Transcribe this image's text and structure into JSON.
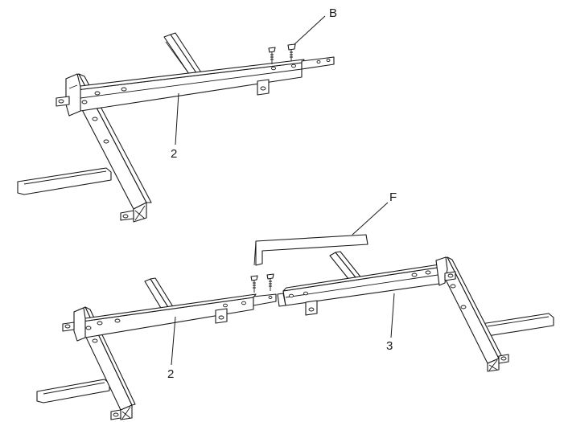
{
  "labels": {
    "part_b": "B",
    "part_2_top": "2",
    "part_f": "F",
    "part_2_bottom": "2",
    "part_3": "3"
  }
}
